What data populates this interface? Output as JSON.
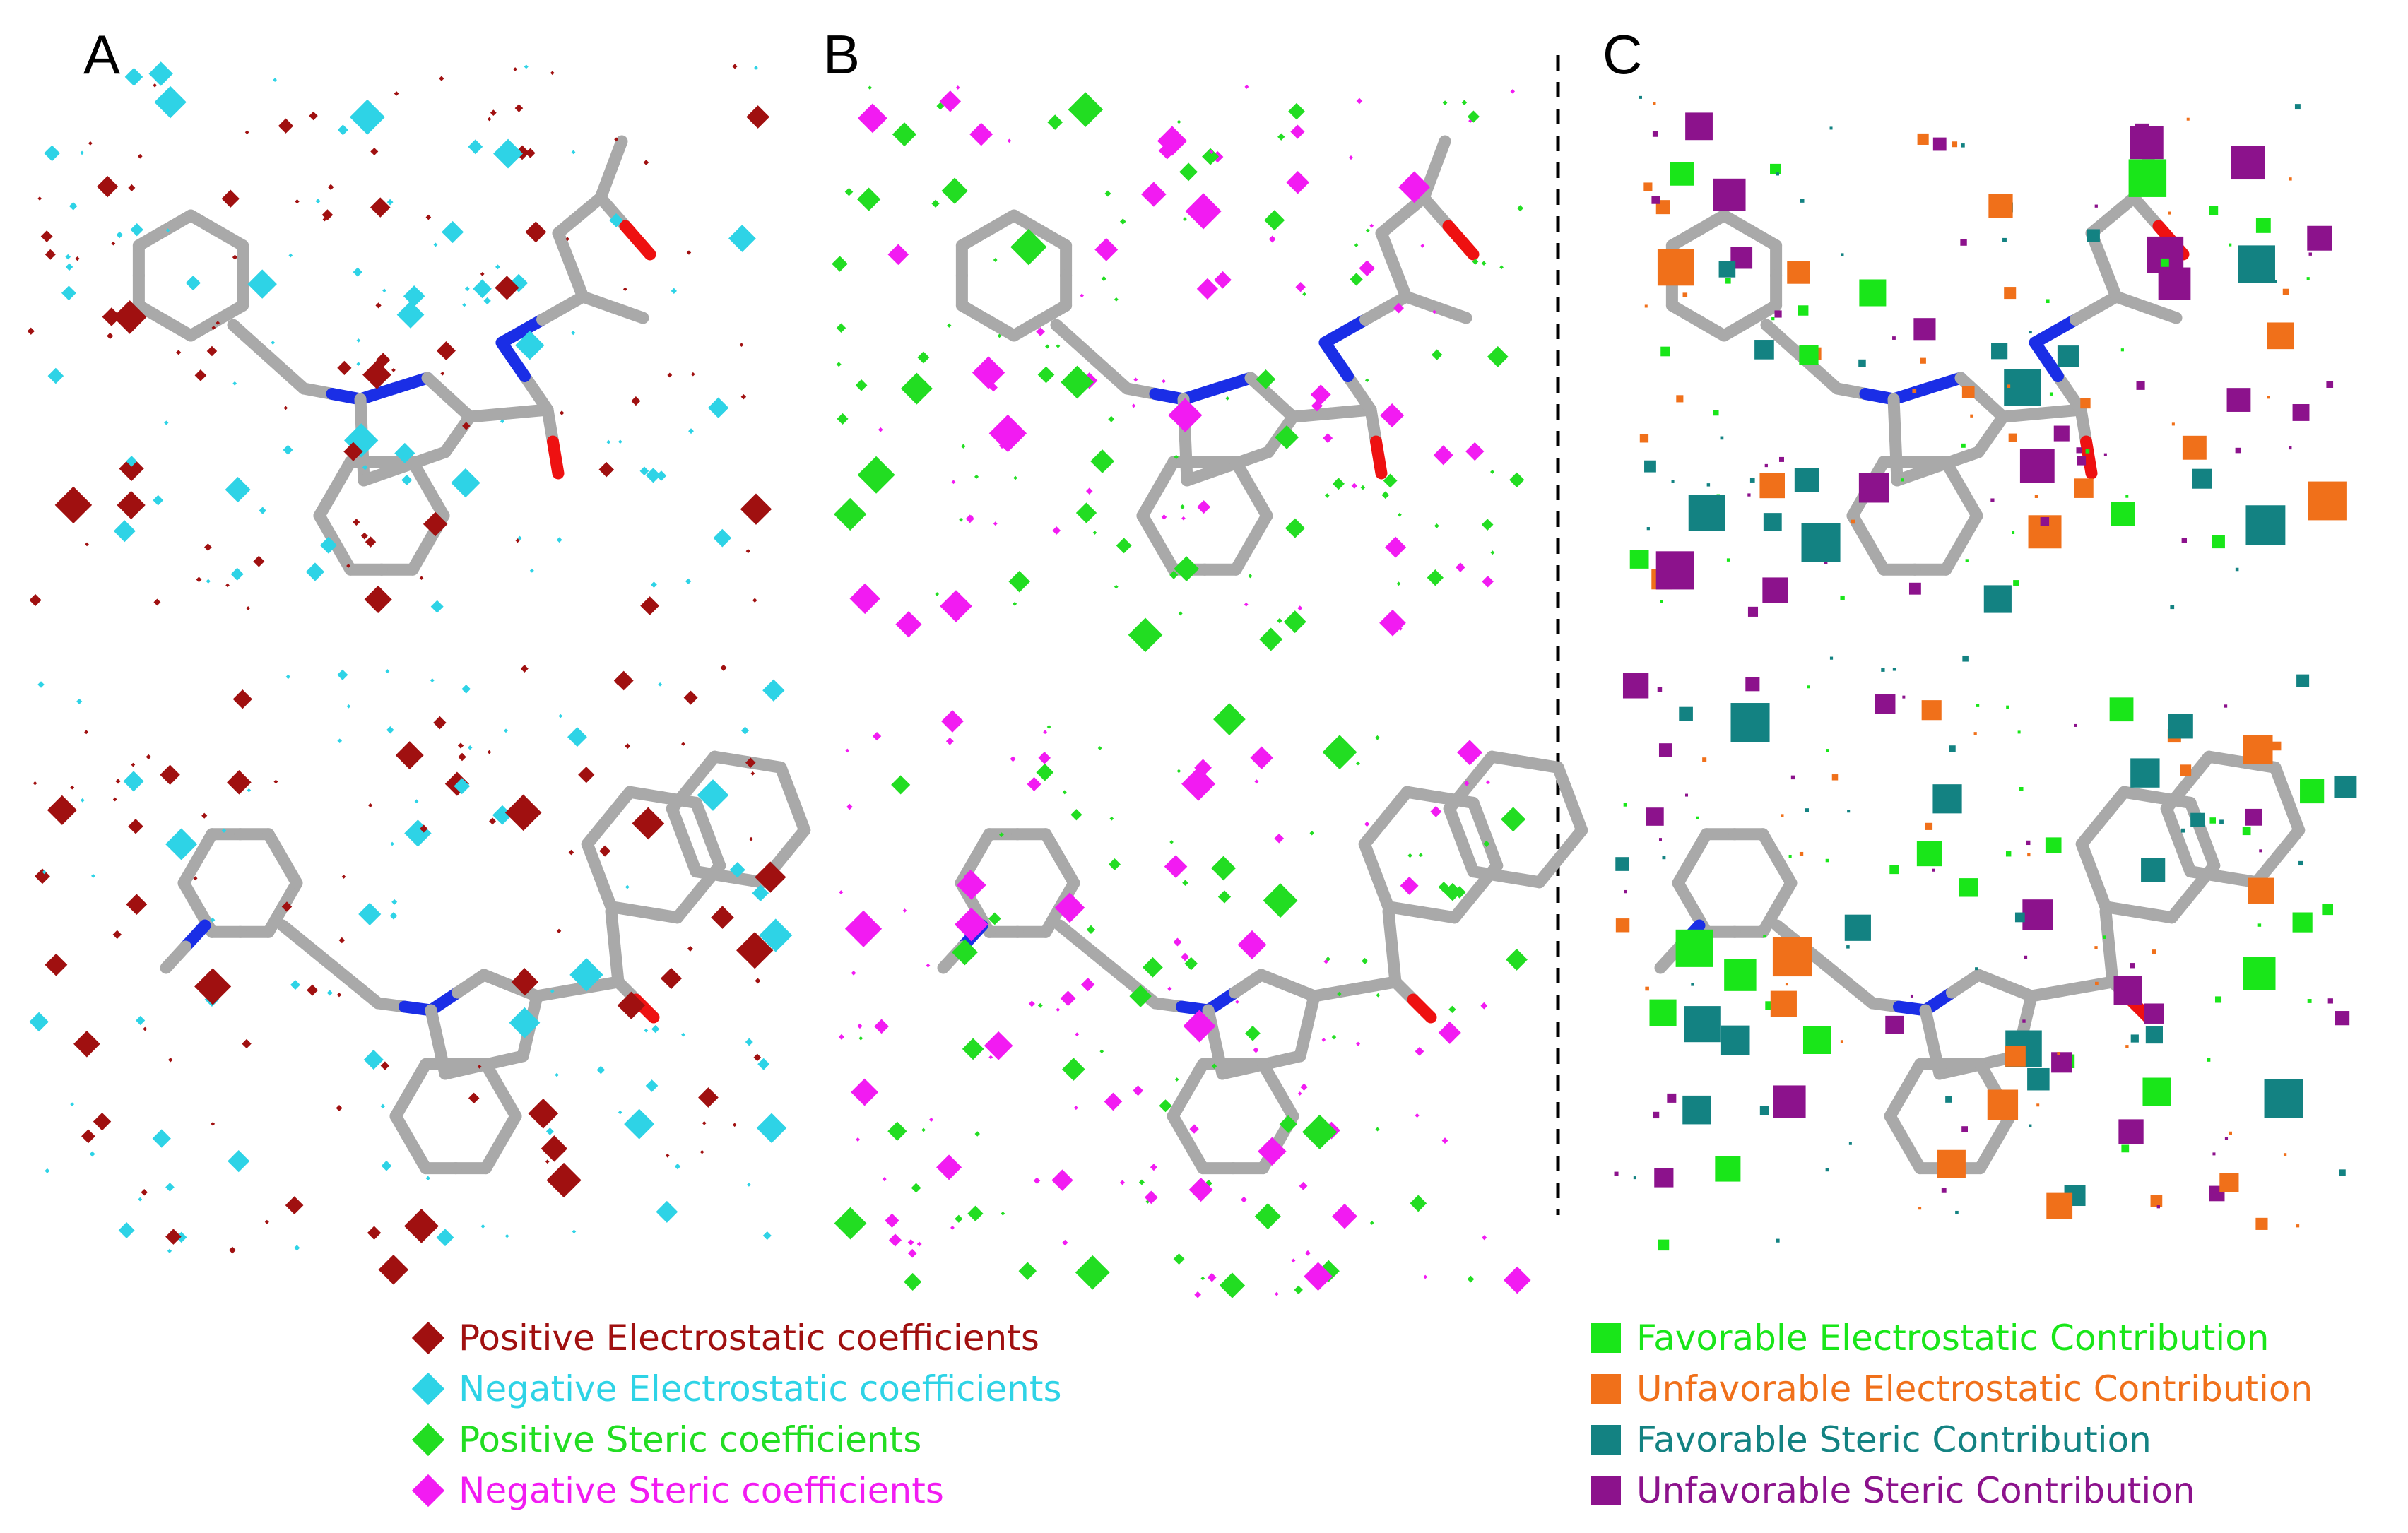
{
  "panels": [
    {
      "label": "A"
    },
    {
      "label": "B"
    },
    {
      "label": "C"
    }
  ],
  "legend_coefficients": [
    {
      "label": "Positive Electrostatic coefficients",
      "color": "#a01010",
      "shape": "diamond"
    },
    {
      "label": "Negative Electrostatic coefficients",
      "color": "#2ed3e6",
      "shape": "diamond"
    },
    {
      "label": "Positive Steric coefficients",
      "color": "#22dd22",
      "shape": "diamond"
    },
    {
      "label": "Negative Steric coefficients",
      "color": "#f21bf2",
      "shape": "diamond"
    }
  ],
  "legend_contributions": [
    {
      "label": "Favorable Electrostatic Contribution",
      "color": "#19e619",
      "shape": "square"
    },
    {
      "label": "Unfavorable Electrostatic Contribution",
      "color": "#f0701a",
      "shape": "square"
    },
    {
      "label": "Favorable Steric Contribution",
      "color": "#138282",
      "shape": "square"
    },
    {
      "label": "Unfavorable Steric Contribution",
      "color": "#8c128c",
      "shape": "square"
    }
  ],
  "colors": {
    "bond": "#a9a9a9",
    "nitrogen": "#1a2ee6",
    "oxygen": "#ee1111",
    "divider": "#000000"
  }
}
